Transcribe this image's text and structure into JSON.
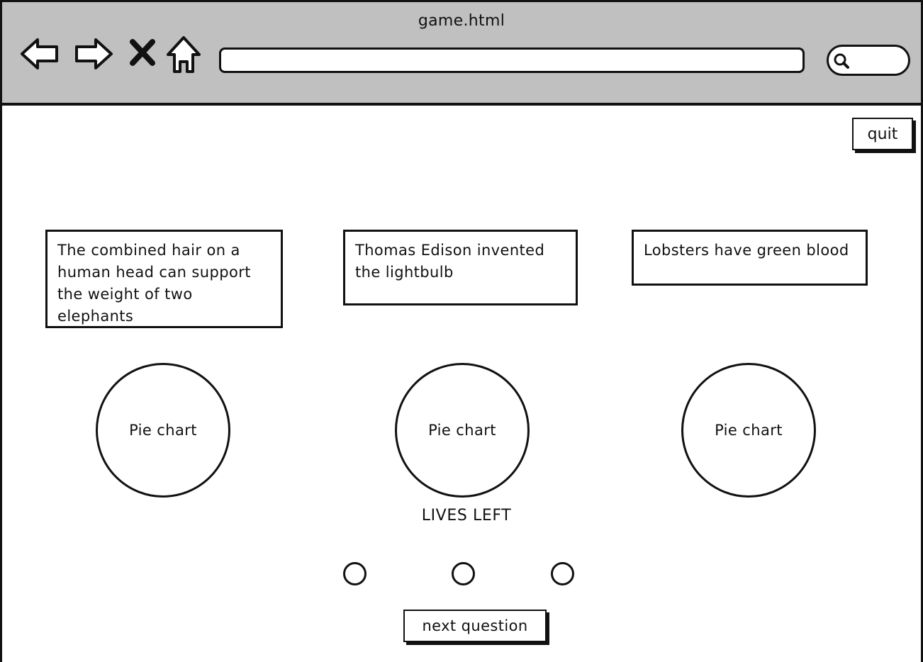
{
  "window": {
    "title": "game.html"
  },
  "browser": {
    "nav_icons": [
      "back-arrow-icon",
      "forward-arrow-icon",
      "stop-x-icon",
      "home-icon"
    ],
    "search_icon": "magnifier-icon",
    "url_value": "",
    "search_value": ""
  },
  "toolbar": {
    "quit_label": "quit"
  },
  "facts": [
    {
      "text": "The combined hair on a human head can support the weight of two elephants"
    },
    {
      "text": "Thomas Edison invented the lightbulb"
    },
    {
      "text": "Lobsters have green blood"
    }
  ],
  "charts": [
    {
      "label": "Pie chart"
    },
    {
      "label": "Pie chart"
    },
    {
      "label": "Pie chart"
    }
  ],
  "lives": {
    "label": "LIVES LEFT",
    "count": 3
  },
  "footer": {
    "next_label": "next question"
  },
  "colors": {
    "chrome": "#c0c0c0",
    "ink": "#111111",
    "page": "#ffffff"
  }
}
